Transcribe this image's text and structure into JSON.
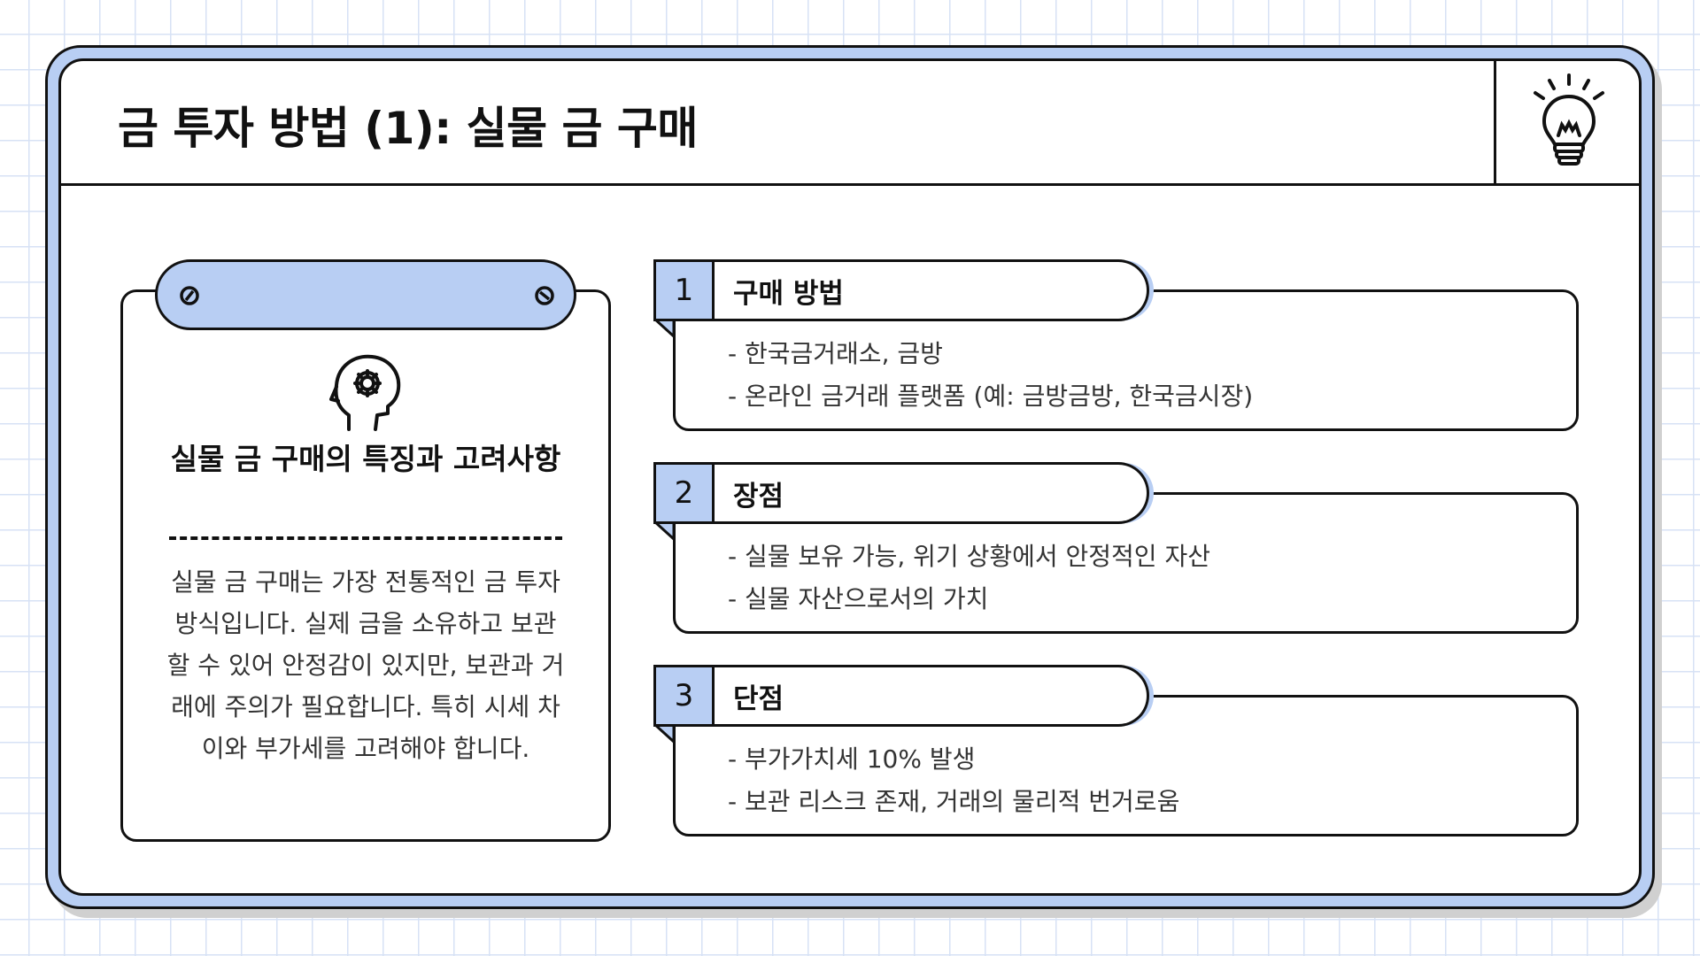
{
  "title": "금 투자 방법 (1): 실물 금 구매",
  "header_icon": "lightbulb-icon",
  "card": {
    "icon": "head-gear-icon",
    "heading": "실물 금 구매의 특징과 고려사항",
    "body": "실물 금 구매는 가장 전통적인 금 투자 방식입니다. 실제 금을 소유하고 보관할 수 있어 안정감이 있지만, 보관과 거래에 주의가 필요합니다. 특히 시세 차이와 부가세를 고려해야 합니다."
  },
  "items": [
    {
      "number": "1",
      "title": "구매 방법",
      "lines": [
        "- 한국금거래소, 금방",
        "- 온라인 금거래 플랫폼 (예: 금방금방, 한국금시장)"
      ]
    },
    {
      "number": "2",
      "title": "장점",
      "lines": [
        "- 실물 보유 가능, 위기 상황에서 안정적인 자산",
        "- 실물 자산으로서의 가치"
      ]
    },
    {
      "number": "3",
      "title": "단점",
      "lines": [
        "- 부가가치세 10% 발생",
        "- 보관 리스크 존재, 거래의 물리적 번거로움"
      ]
    }
  ],
  "colors": {
    "accent": "#b8cef3",
    "grid": "#d7e2f5",
    "ink": "#111111"
  }
}
